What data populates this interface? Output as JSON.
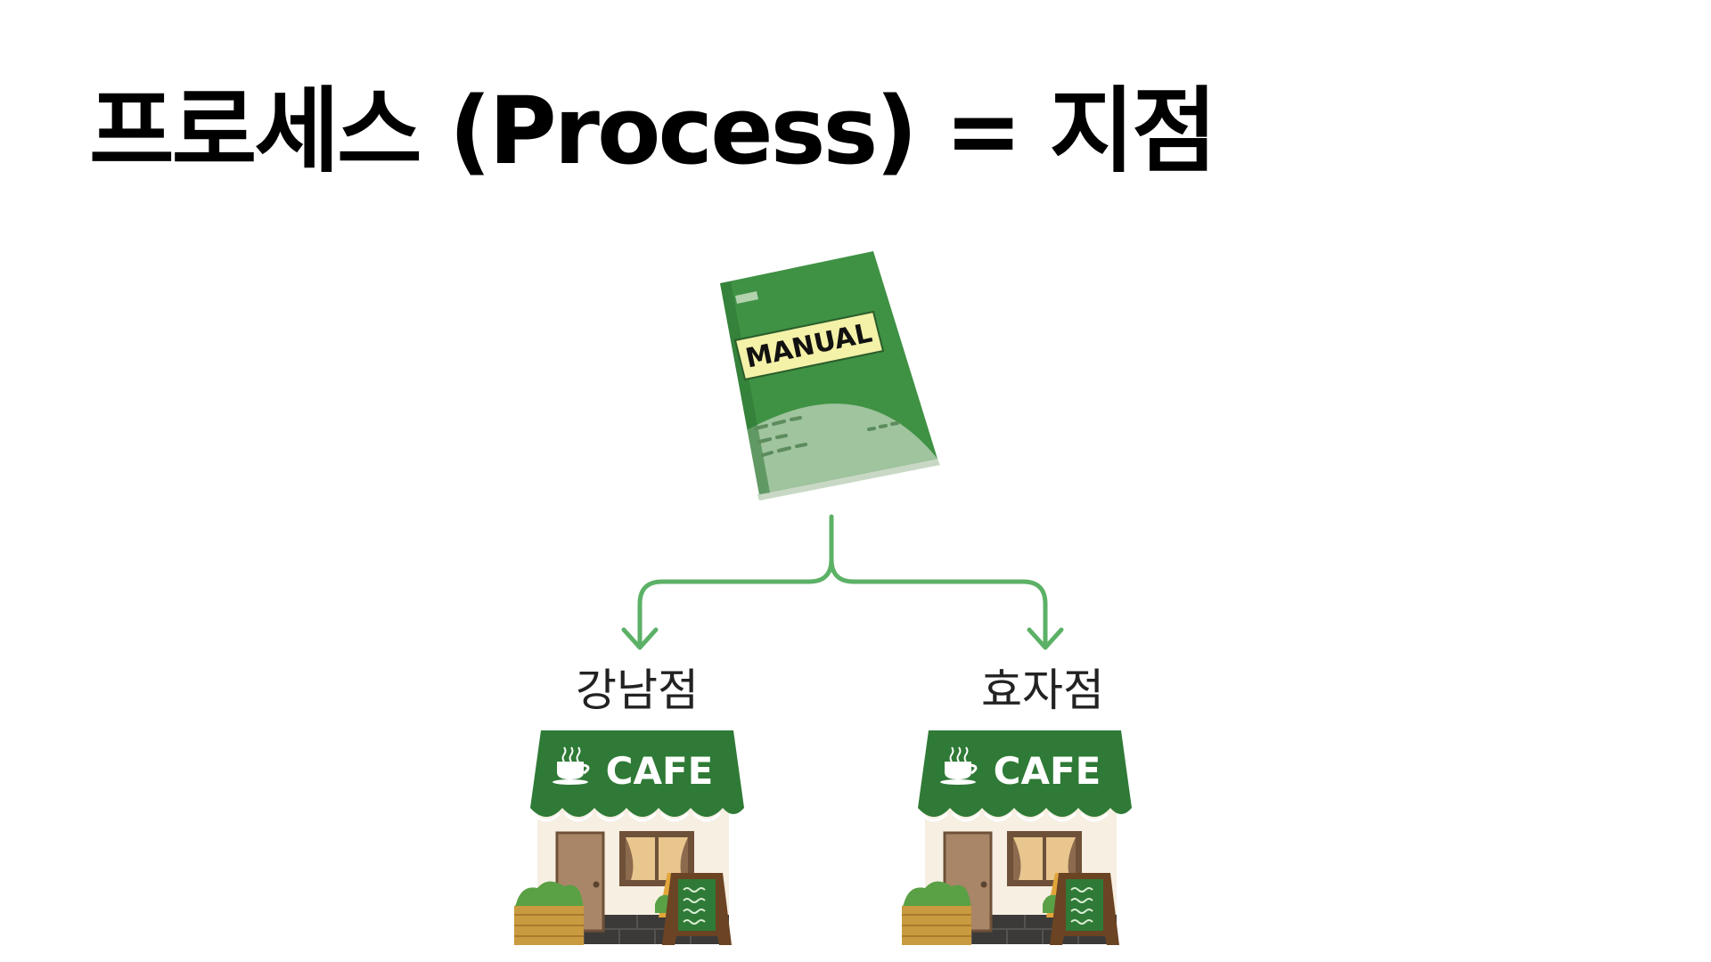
{
  "slide": {
    "title": "프로세스 (Process) = 지점"
  },
  "manual": {
    "cover_label": "MANUAL",
    "icon": "manual-book-icon",
    "cover_color": "#3f9144",
    "label_color": "#f4f1a8"
  },
  "connector": {
    "color": "#5cb166"
  },
  "branches": [
    {
      "label": "강남점",
      "icon": "cafe-storefront-icon"
    },
    {
      "label": "효자점",
      "icon": "cafe-storefront-icon"
    }
  ],
  "cafe": {
    "sign_text": "CAFE",
    "awning_color": "#2f7a36",
    "wall_color": "#f6efe2",
    "door_color": "#a98667"
  }
}
